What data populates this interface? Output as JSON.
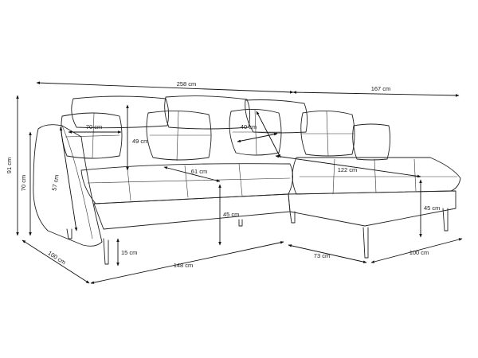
{
  "dimensions": [
    {
      "id": "total-width",
      "label": "258 cm"
    },
    {
      "id": "chaise-width",
      "label": "167 cm"
    },
    {
      "id": "cushion-width",
      "label": "70 cm"
    },
    {
      "id": "back-height",
      "label": "49 cm"
    },
    {
      "id": "pillow-height",
      "label": "40 cm"
    },
    {
      "id": "seat-depth",
      "label": "61 cm"
    },
    {
      "id": "chaise-length",
      "label": "122 cm"
    },
    {
      "id": "total-height",
      "label": "91 cm"
    },
    {
      "id": "armrest-height",
      "label": "70 cm"
    },
    {
      "id": "side-height",
      "label": "57 cm"
    },
    {
      "id": "seat-height",
      "label": "45 cm"
    },
    {
      "id": "chaise-seat-height",
      "label": "45 cm"
    },
    {
      "id": "leg-height",
      "label": "15 cm"
    },
    {
      "id": "depth",
      "label": "100 cm"
    },
    {
      "id": "base-length",
      "label": "148 cm"
    },
    {
      "id": "chaise-inner-depth",
      "label": "73 cm"
    },
    {
      "id": "chaise-depth",
      "label": "100 cm"
    }
  ],
  "colors": {
    "line": "#222222",
    "background": "#ffffff"
  }
}
